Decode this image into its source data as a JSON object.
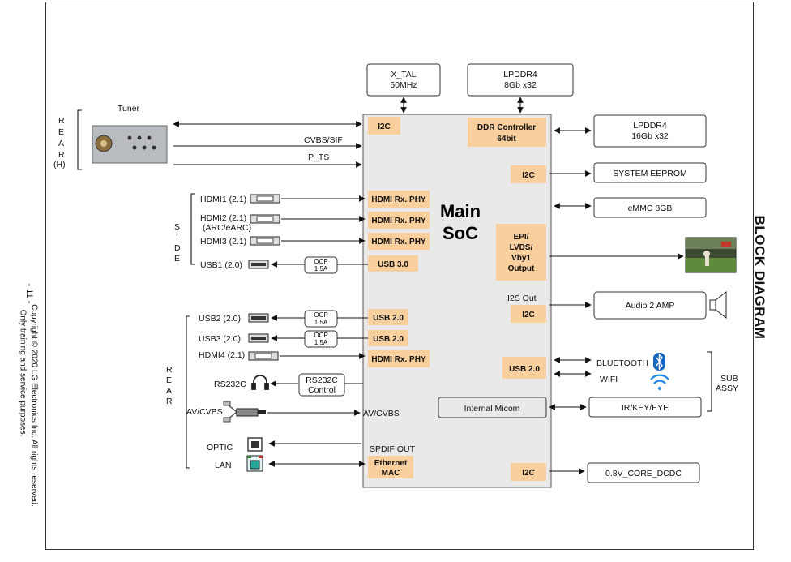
{
  "page": {
    "number": "- 11 -",
    "copyright": "Copyright © 2020 LG Electronics Inc. All rights reserved.",
    "copyright2": "Only training and service purposes.",
    "title": "BLOCK DIAGRAM"
  },
  "soc": {
    "title1": "Main",
    "title2": "SoC",
    "i2c": "I2C",
    "ddr": "DDR Controller",
    "ddr2": "64bit",
    "epi1": "EPI/",
    "epi2": "LVDS/",
    "epi3": "Vby1",
    "epi4": "Output",
    "usb2": "USB 2.0",
    "usb3": "USB 3.0",
    "hdmi_rx": "HDMI Rx. PHY",
    "eth1": "Ethernet",
    "eth2": "MAC",
    "i2s": "I2S Out",
    "micom": "Internal Micom",
    "spdif": "SPDIF OUT",
    "avcvbs": "AV/CVBS"
  },
  "top": {
    "xtal1": "X_TAL",
    "xtal2": "50MHz",
    "lpddr_top1": "LPDDR4",
    "lpddr_top2": "8Gb x32"
  },
  "right": {
    "lpddr1": "LPDDR4",
    "lpddr2": "16Gb x32",
    "eeprom": "SYSTEM EEPROM",
    "emmc": "eMMC 8GB",
    "audio": "Audio 2 AMP",
    "bt": "BLUETOOTH",
    "wifi": "WIFI",
    "irkey": "IR/KEY/EYE",
    "dcdc": "0.8V_CORE_DCDC",
    "sub1": "SUB",
    "sub2": "ASSY"
  },
  "tuner": {
    "label": "Tuner",
    "cvbs": "CVBS/SIF",
    "pts": "P_TS",
    "rear": [
      "R",
      "E",
      "A",
      "R",
      "(H)"
    ]
  },
  "side": {
    "letters": [
      "S",
      "I",
      "D",
      "E"
    ],
    "hdmi1": "HDMI1 (2.1)",
    "hdmi2": "HDMI2 (2.1)",
    "hdmi2b": "(ARC/eARC)",
    "hdmi3": "HDMI3 (2.1)",
    "usb1": "USB1 (2.0)",
    "ocp1": "OCP",
    "ocp2": "1.5A"
  },
  "rear": {
    "letters": [
      "R",
      "E",
      "A",
      "R"
    ],
    "usb2": "USB2 (2.0)",
    "usb3": "USB3 (2.0)",
    "hdmi4": "HDMI4 (2.1)",
    "rs232": "RS232C",
    "rs_ctrl1": "RS232C",
    "rs_ctrl2": "Control",
    "avcvbs": "AV/CVBS",
    "optic": "OPTIC",
    "lan": "LAN"
  },
  "colors": {
    "soc_bg": "#e9e9e9",
    "orange": "#f9cf9e",
    "bt_blue": "#1565c0"
  }
}
